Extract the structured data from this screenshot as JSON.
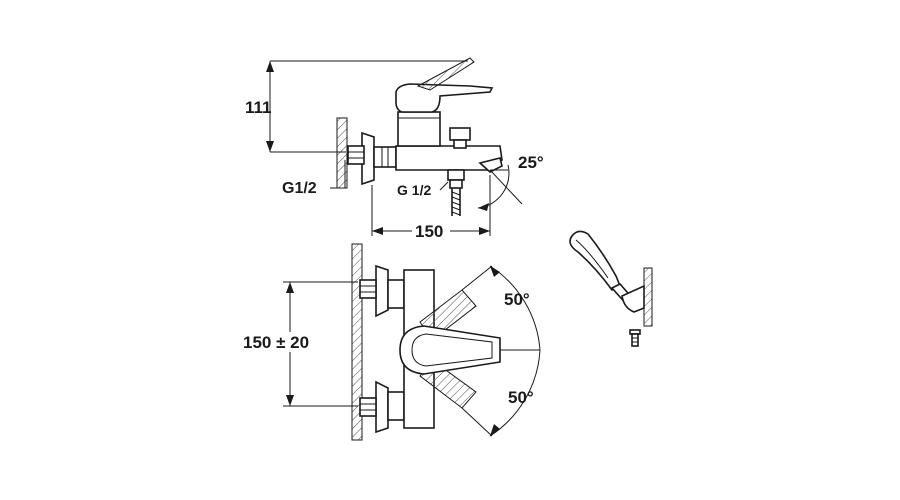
{
  "colors": {
    "line": "#1a1a1a",
    "background": "#ffffff"
  },
  "side_view": {
    "height_label": "111",
    "inlet_thread_label": "G1/2",
    "outlet_thread_label": "G 1/2",
    "spout_angle_label": "25°",
    "depth_label": "150"
  },
  "front_view": {
    "centers_label": "150 ± 20",
    "lever_angle_up_label": "50°",
    "lever_angle_down_label": "50°"
  },
  "hand_shower": {
    "icon": "hand-shower-with-wall-bracket-icon"
  }
}
